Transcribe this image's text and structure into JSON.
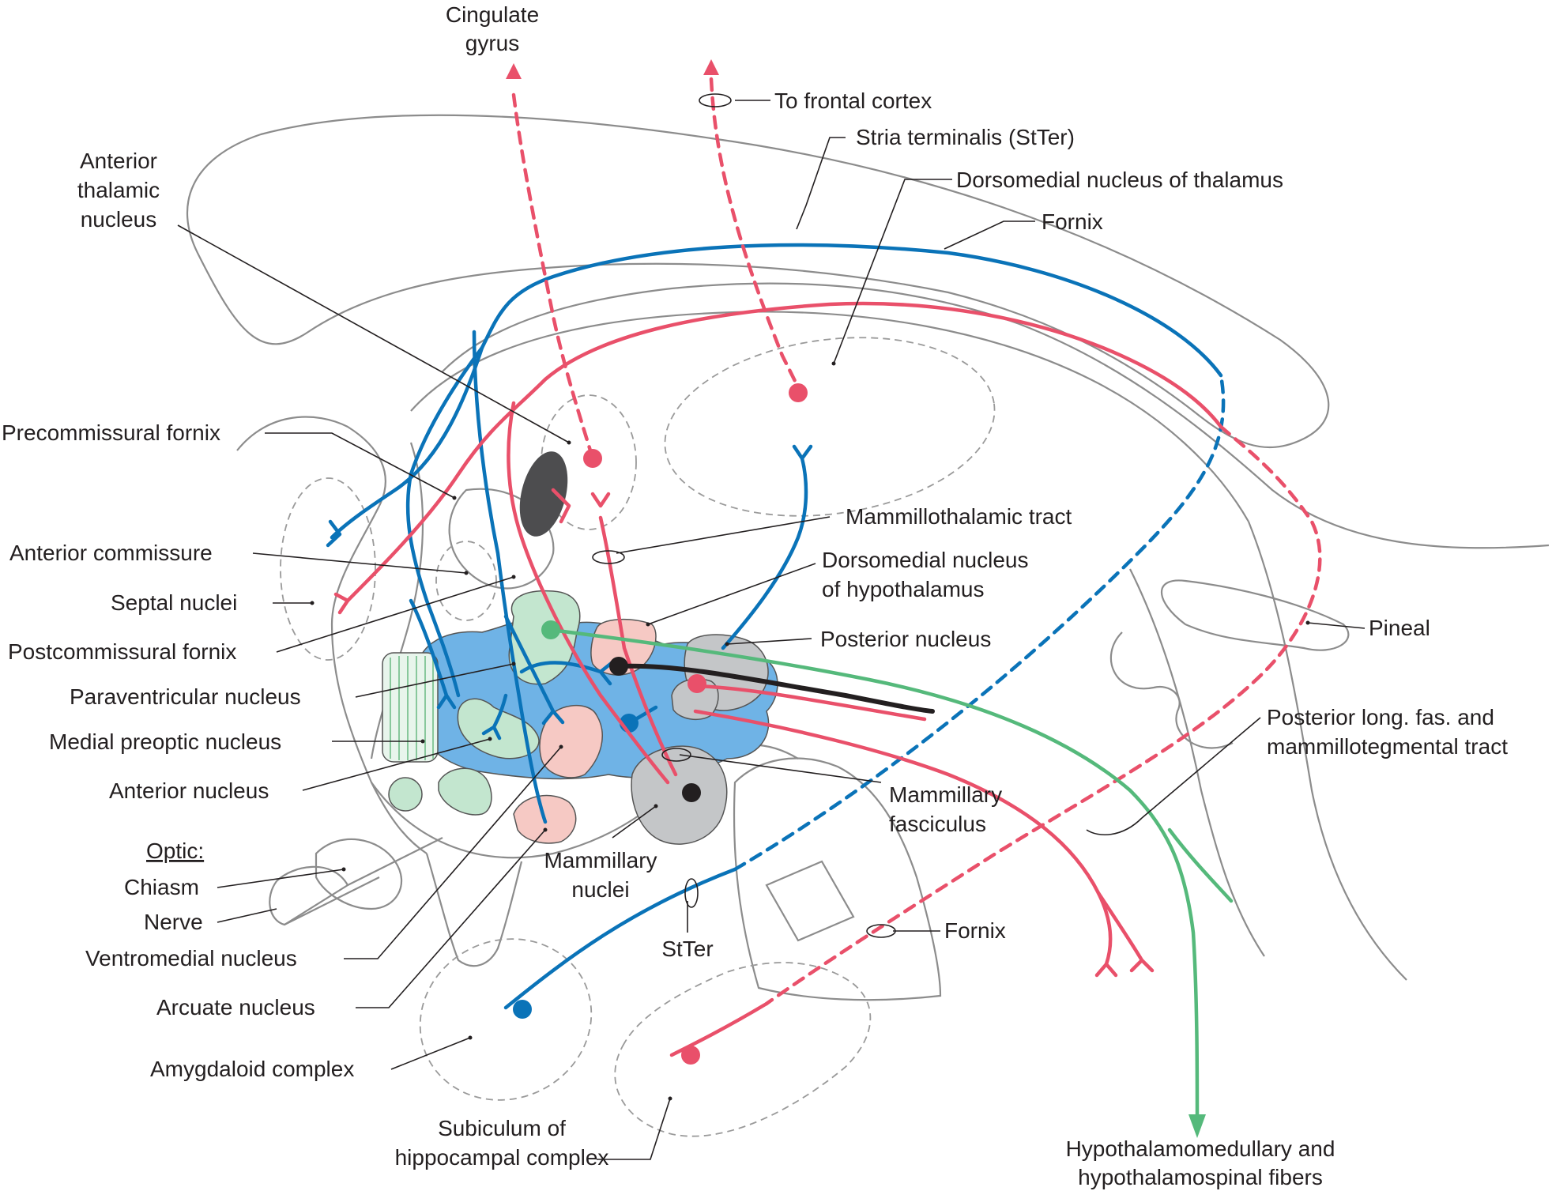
{
  "colors": {
    "blue_pathway": "#0a73b8",
    "red_pathway": "#e9506a",
    "green_pathway": "#55b97b",
    "black_pathway": "#231f20",
    "blue_region": "#6fb3e6",
    "pink_nucleus": "#f6c9c4",
    "green_nucleus": "#c3e6cf",
    "gray_nucleus": "#c4c6c8",
    "outline": "#8c8c8c"
  },
  "labels": {
    "cingulate_1": "Cingulate",
    "cingulate_2": "gyrus",
    "frontal_cortex": "To frontal cortex",
    "stria_terminalis": "Stria terminalis (StTer)",
    "dm_thalamus": "Dorsomedial nucleus of thalamus",
    "fornix_top": "Fornix",
    "ant_thal_1": "Anterior",
    "ant_thal_2": "thalamic",
    "ant_thal_3": "nucleus",
    "precommissural": "Precommissural fornix",
    "mammillothalamic": "Mammillothalamic tract",
    "dm_hypo_1": "Dorsomedial nucleus",
    "dm_hypo_2": "of hypothalamus",
    "ant_commissure": "Anterior commissure",
    "septal": "Septal nuclei",
    "postcommissural": "Postcommissural fornix",
    "posterior_nucleus": "Posterior nucleus",
    "pineal": "Pineal",
    "paraventricular": "Paraventricular  nucleus",
    "medial_preoptic": "Medial preoptic nucleus",
    "post_long_1": "Posterior long. fas. and",
    "post_long_2": "mammillotegmental tract",
    "anterior_nucleus": "Anterior nucleus",
    "mamm_fasc_1": "Mammillary",
    "mamm_fasc_2": "fasciculus",
    "optic": "Optic:",
    "chiasm": "Chiasm",
    "nerve": "Nerve",
    "mamm_nuclei_1": "Mammillary",
    "mamm_nuclei_2": "nuclei",
    "ventromedial": "Ventromedial nucleus",
    "stter": "StTer",
    "fornix_bottom": "Fornix",
    "arcuate": "Arcuate nucleus",
    "amygdaloid": "Amygdaloid complex",
    "subiculum_1": "Subiculum of",
    "subiculum_2": "hippocampal complex",
    "hypo_medullary_1": "Hypothalamomedullary and",
    "hypo_medullary_2": "hypothalamospinal fibers"
  }
}
